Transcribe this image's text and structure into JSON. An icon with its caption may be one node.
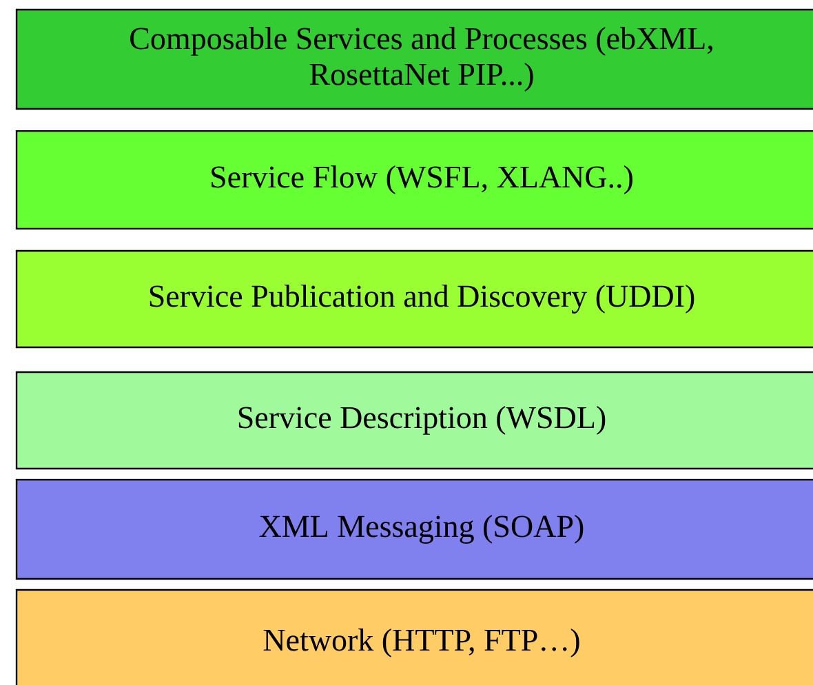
{
  "diagram": {
    "nodes": [
      {
        "text": [
          "Composable Services and Processes (ebXML, RosettaNet PIP...)"
        ]
      },
      {
        "text": [
          "Service Flow (WSFL, XLANG..)"
        ]
      },
      {
        "text": [
          "Service Publication and Discovery (UDDI)"
        ]
      },
      {
        "text": [
          "Service Description (WSDL)"
        ]
      },
      {
        "text": [
          "XML Messaging (SOAP)"
        ]
      },
      {
        "text": [
          "Network (HTTP, FTP…)"
        ]
      }
    ]
  }
}
